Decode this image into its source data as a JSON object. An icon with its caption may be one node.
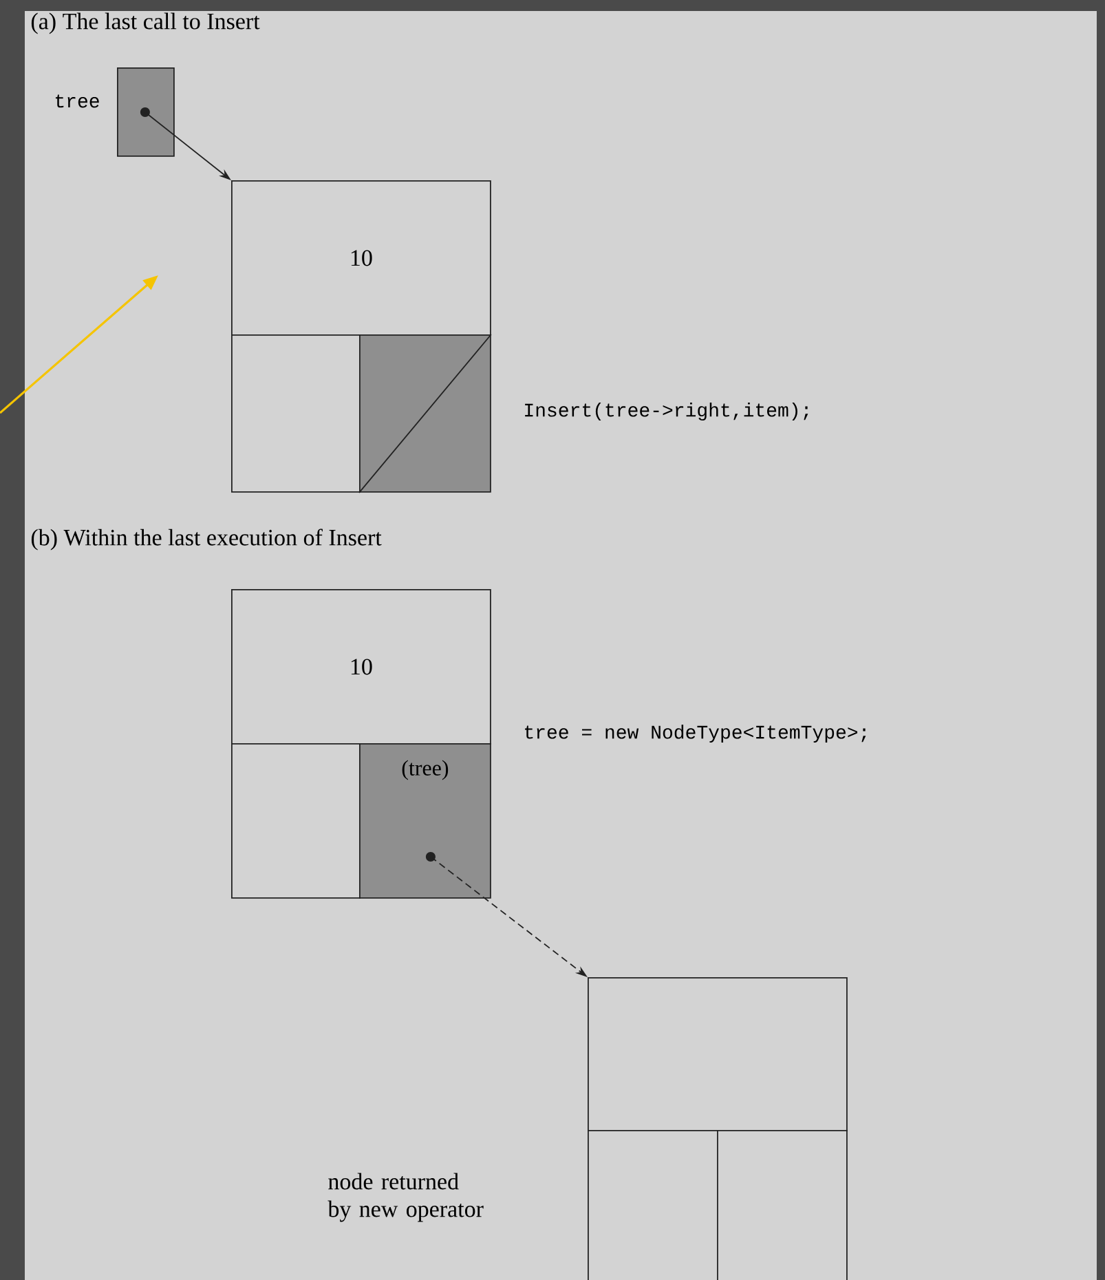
{
  "diagram": {
    "nodes": [
      {
        "text": [],
        "shape": "box",
        "beside": [
          "tree"
        ]
      },
      {
        "text": [
          "10"
        ]
      },
      {
        "text": [],
        "shape": "box"
      },
      {
        "text": [],
        "shape": "box"
      },
      {
        "text": [
          "10"
        ]
      },
      {
        "text": [],
        "shape": "box"
      },
      {
        "text": [
          "(tree)"
        ]
      },
      {
        "text": [],
        "shape": "box"
      },
      {
        "text": [],
        "shape": "box"
      },
      {
        "text": [],
        "shape": "box"
      }
    ],
    "edges": [
      {
        "from": 0,
        "to": 1,
        "arrow": "to"
      },
      {
        "from": 6,
        "to": 7,
        "arrow": "to",
        "style": "dashed"
      }
    ],
    "labels": [
      "(a) The last call to Insert",
      "Insert(tree->right,item);",
      "(b) Within the last execution of Insert",
      "tree = new NodeType<ItemType>;",
      "node returned by new operator"
    ]
  }
}
